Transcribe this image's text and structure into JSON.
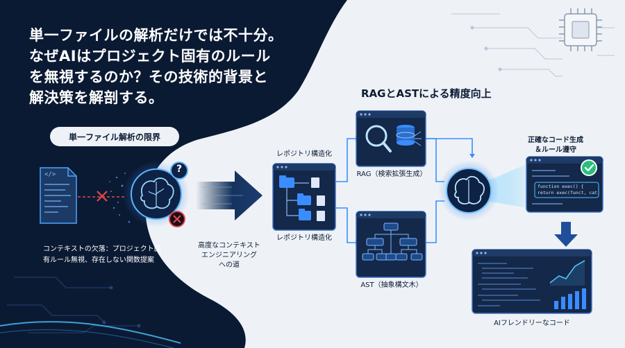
{
  "headline": {
    "lines": [
      "単一ファイルの解析だけでは不十分。",
      "なぜAIはプロジェクト固有のルール",
      "を無視するのか？その技術的背景と",
      "解決策を解剖する。"
    ]
  },
  "left_section": {
    "pill_label": "単一ファイル解析の限界",
    "caption_lines": [
      "コンテキストの欠落：プロジェクト固",
      "有ルール無視、存在しない関数提案"
    ],
    "file_tag": "</>",
    "question_mark": "?",
    "cross_mark": "✕"
  },
  "transition_caption": {
    "lines": [
      "高度なコンテキスト",
      "エンジニアリング",
      "への道"
    ]
  },
  "middle_section": {
    "title": "RAGとASTによる精度向上",
    "repo_label_top": "レポジトリ構造化",
    "repo_label_bottom": "レポジトリ構造化",
    "rag_label": "RAG（検索拡張生成）",
    "ast_label": "AST（抽象構文木）"
  },
  "right_section": {
    "result_label_lines": [
      "正確なコード生成",
      "＆ルール遵守"
    ],
    "code_lines": [
      "function exec() {",
      "  return exec(funct, cat);"
    ],
    "final_label": "AIフレンドリーなコード"
  },
  "colors": {
    "dark_navy": "#0b1a33",
    "accent_blue": "#3a8dff",
    "glow_cyan": "#4fc3ff",
    "error_red": "#e5484d",
    "success_green": "#27c07d"
  }
}
